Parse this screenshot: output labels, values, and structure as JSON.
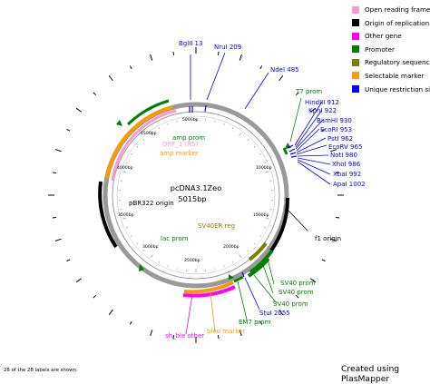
{
  "plasmid": {
    "name": "pcDNA3.1Zeo",
    "size": "5015bp"
  },
  "legend": [
    {
      "label": "Open reading frame",
      "color": "#ff99cc"
    },
    {
      "label": "Origin of replication",
      "color": "#000000"
    },
    {
      "label": "Other gene",
      "color": "#ff00ff"
    },
    {
      "label": "Promoter",
      "color": "#008000"
    },
    {
      "label": "Regulatory sequence",
      "color": "#808000"
    },
    {
      "label": "Selectable marker",
      "color": "#ff9900"
    },
    {
      "label": "Unique restriction site",
      "color": "#0000ff"
    }
  ],
  "position_labels": [
    "5000bp",
    "4500bp",
    "4000bp",
    "3500bp",
    "3000bp",
    "2500bp",
    "2000bp",
    "1500bp",
    "1000bp"
  ],
  "feature_labels": [
    {
      "text": "amp prom",
      "color": "#008000"
    },
    {
      "text": "ORF_1 (R5)",
      "color": "#ff99cc"
    },
    {
      "text": "amp marker",
      "color": "#ff9900"
    },
    {
      "text": "pBR322 origin",
      "color": "#000000"
    },
    {
      "text": "lac prom",
      "color": "#008000"
    },
    {
      "text": "SV40ER reg",
      "color": "#808000"
    },
    {
      "text": "f1 origin",
      "color": "#000000"
    },
    {
      "text": "T7 prom",
      "color": "#008000"
    },
    {
      "text": "SV40 prom",
      "color": "#008000"
    },
    {
      "text": "SV40 prom",
      "color": "#008000"
    },
    {
      "text": "SV40 prom",
      "color": "#008000"
    },
    {
      "text": "EM7 prom",
      "color": "#008000"
    },
    {
      "text": "bleo marker",
      "color": "#ff9900"
    },
    {
      "text": "sh_ble other",
      "color": "#ff00ff"
    }
  ],
  "site_labels": [
    "BglII 13",
    "NruI 209",
    "NdeI 485",
    "HindIII 912",
    "KpnI 922",
    "BamHI 930",
    "EcoRI 953",
    "PstI 962",
    "EcoRV 965",
    "NotI 980",
    "XhoI 986",
    "XbaI 992",
    "ApaI 1002",
    "StuI 2055"
  ],
  "footer": {
    "shown": "28 of the 28 labels are shown.",
    "credit": "Created using PlasMapper"
  }
}
